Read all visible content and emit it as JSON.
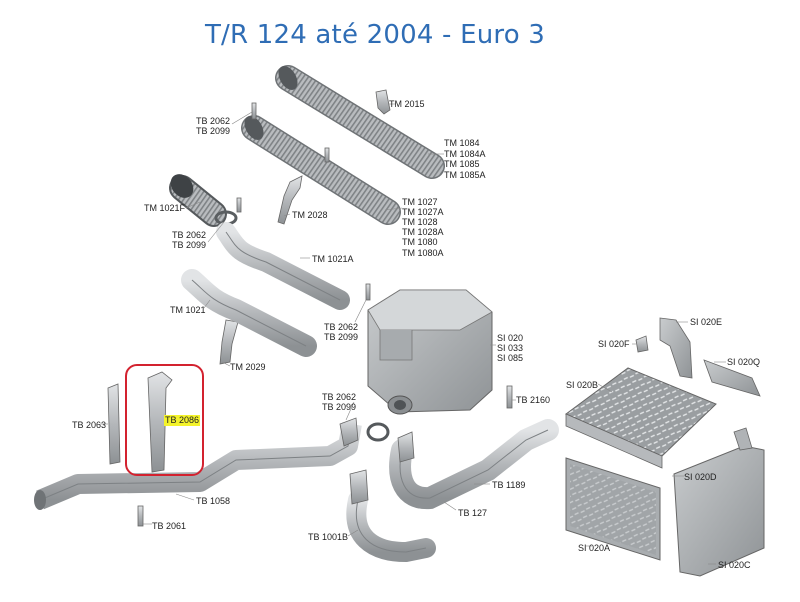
{
  "title": "T/R 124 até 2004 - Euro 3",
  "highlight": {
    "color": "#d3222f",
    "label_bg": "#f4f32a",
    "part": "TB 2086"
  },
  "labels": {
    "tm2015": "TM 2015",
    "tb2062_a": "TB 2062",
    "tb2099_a": "TB 2099",
    "tm1084": "TM 1084",
    "tm1084a": "TM 1084A",
    "tm1085": "TM 1085",
    "tm1085a": "TM 1085A",
    "tm1021f": "TM 1021F",
    "tm2028": "TM 2028",
    "tm1027": "TM 1027",
    "tm1027a": "TM 1027A",
    "tm1028": "TM 1028",
    "tm1028a": "TM 1028A",
    "tm1080": "TM 1080",
    "tm1080a": "TM 1080A",
    "tb2062_b": "TB 2062",
    "tb2099_b": "TB 2099",
    "tm1021a": "TM 1021A",
    "tm1021": "TM 1021",
    "tb2062_c": "TB 2062",
    "tb2099_c": "TB 2099",
    "si020": "SI 020",
    "si033": "SI 033",
    "si085": "SI 085",
    "si020e": "SI 020E",
    "si020f": "SI 020F",
    "si020q": "SI 020Q",
    "si020b": "SI 020B",
    "tm2029": "TM 2029",
    "tb2063": "TB 2063",
    "tb2062_d": "TB 2062",
    "tb2099_d": "TB 2099",
    "tb2160": "TB 2160",
    "tb1058": "TB 1058",
    "tb1189": "TB 1189",
    "si020d": "SI 020D",
    "tb2061": "TB 2061",
    "tb127": "TB 127",
    "tb1001b": "TB 1001B",
    "si020a": "SI 020A",
    "si020c": "SI 020C"
  }
}
